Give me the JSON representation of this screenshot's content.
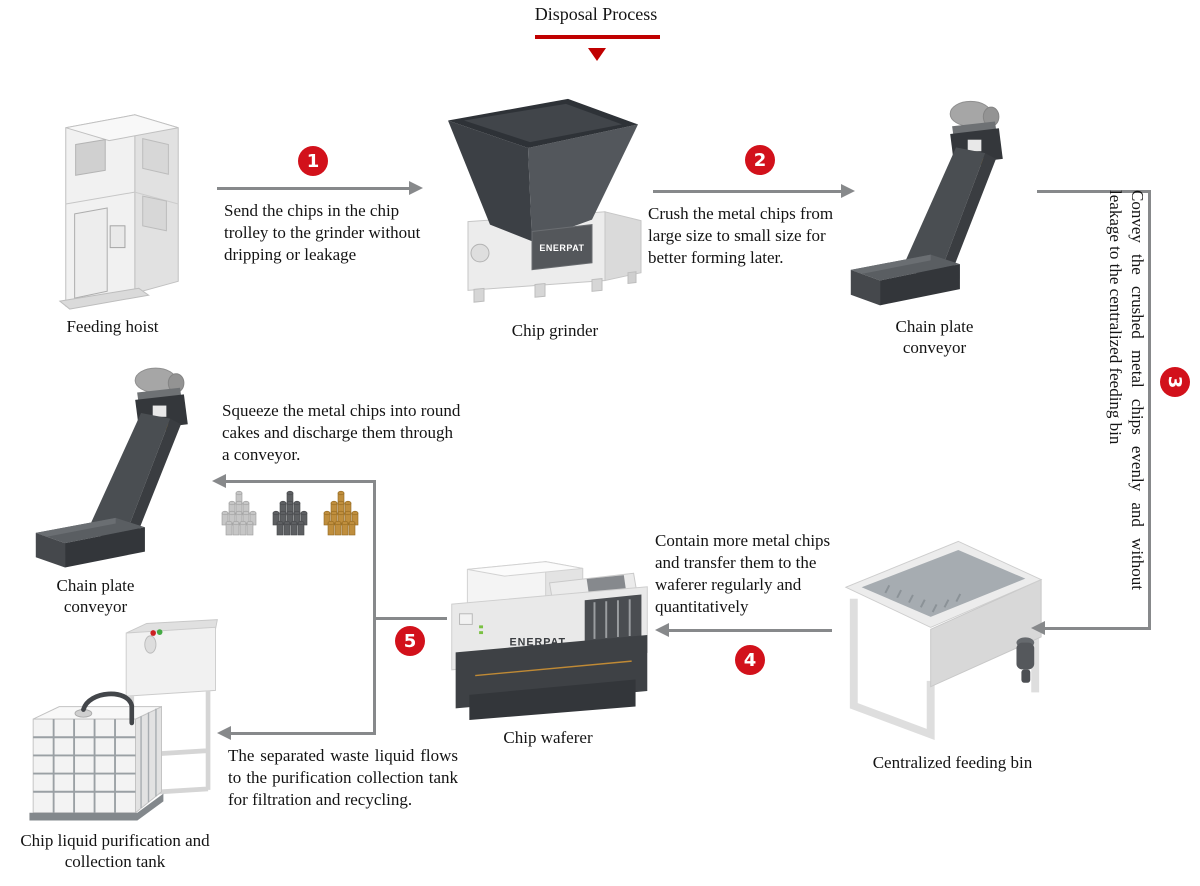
{
  "title": "Disposal Process",
  "brand": "ENERPAT",
  "colors": {
    "badge_red": "#d2111b",
    "underline_red": "#c00000",
    "arrow_gray": "#87898b"
  },
  "steps": {
    "step1": {
      "number": "1",
      "text": "Send the chips in the chip trolley to the grinder without dripping or leakage"
    },
    "step2": {
      "number": "2",
      "text": "Crush the metal chips from large size to small size for better forming later."
    },
    "step3": {
      "number": "3",
      "text": "Convey the crushed metal chips evenly and without leakage to the centralized feeding bin"
    },
    "step4": {
      "number": "4",
      "text": "Contain more metal chips and transfer them to the waferer regularly and quantitatively"
    },
    "step5": {
      "number": "5",
      "text": "Squeeze the metal chips into round cakes and discharge them through a conveyor."
    }
  },
  "notes": {
    "waste_liquid": "The separated waste liquid flows to the purification collection tank for filtration and recycling."
  },
  "machines": {
    "feeding_hoist": {
      "label": "Feeding hoist"
    },
    "chip_grinder": {
      "label": "Chip grinder"
    },
    "chain_conveyor_top": {
      "label": "Chain plate conveyor"
    },
    "centralized_bin": {
      "label": "Centralized feeding bin"
    },
    "chip_waferer": {
      "label": "Chip waferer"
    },
    "chain_conveyor_left": {
      "label": "Chain plate conveyor"
    },
    "purification_tank": {
      "label": "Chip liquid purification and collection tank"
    }
  }
}
